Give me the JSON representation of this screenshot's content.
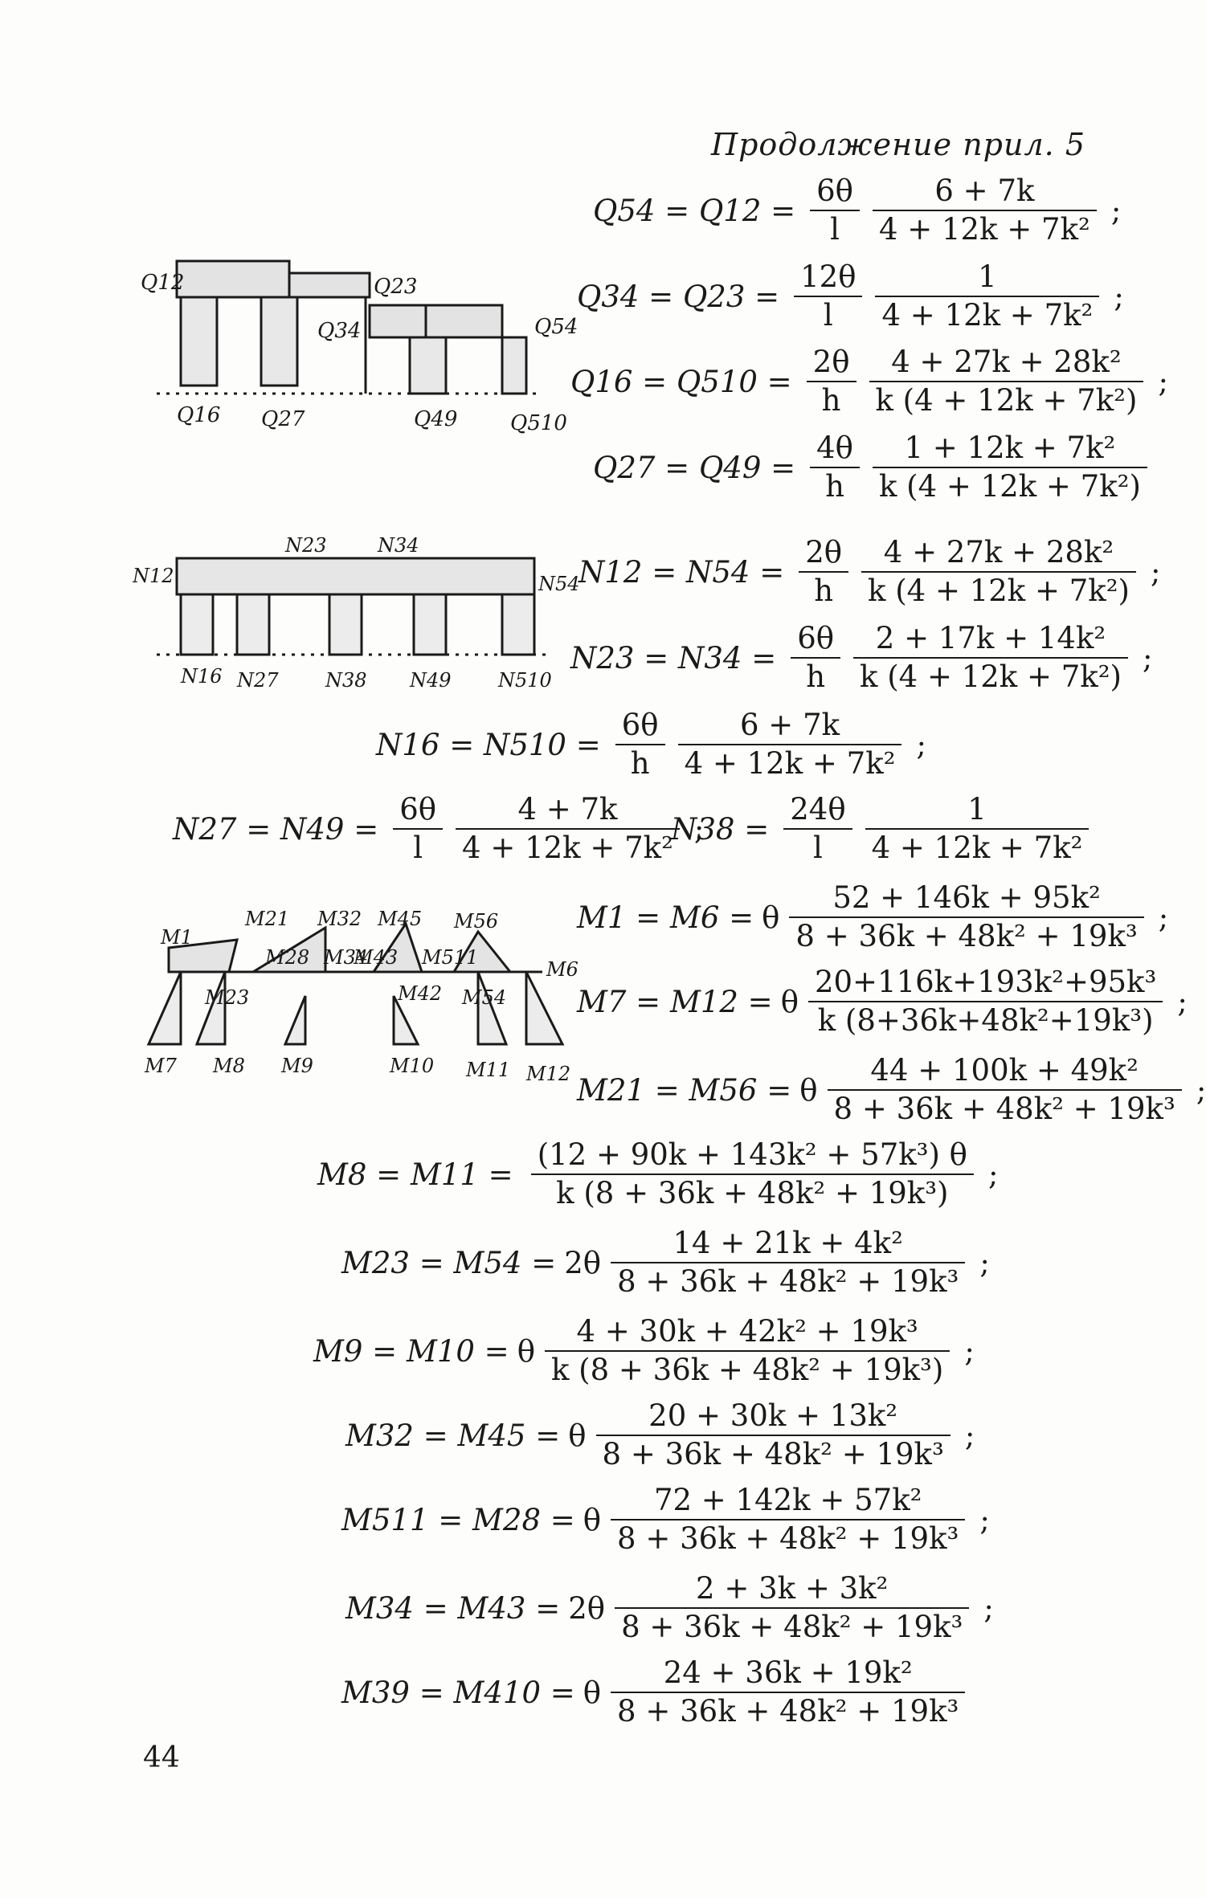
{
  "header": "Продолжение прил. 5",
  "page_number": "44",
  "diagram_q": {
    "labels": [
      "Q12",
      "Q23",
      "Q34",
      "Q54",
      "Q16",
      "Q27",
      "Q49",
      "Q510"
    ]
  },
  "diagram_n": {
    "labels": [
      "N23",
      "N34",
      "N12",
      "N54",
      "N16",
      "N27",
      "N38",
      "N49",
      "N510"
    ]
  },
  "diagram_m": {
    "labels": [
      "M1",
      "M21",
      "M32",
      "M45",
      "M56",
      "M6",
      "M28",
      "M34",
      "M43",
      "M511",
      "M23",
      "M42",
      "M54",
      "M7",
      "M8",
      "M9",
      "M10",
      "M11",
      "M12"
    ]
  },
  "equations": {
    "q54": {
      "lhs": "Q54 = Q12 =",
      "c_num": "6θ",
      "c_den": "l",
      "num": "6 + 7k",
      "den": "4 + 12k + 7k²",
      "end": ";"
    },
    "q34": {
      "lhs": "Q34 = Q23 =",
      "c_num": "12θ",
      "c_den": "l",
      "num": "1",
      "den": "4 + 12k + 7k²",
      "end": ";"
    },
    "q16": {
      "lhs": "Q16 = Q510 =",
      "c_num": "2θ",
      "c_den": "h",
      "num": "4 + 27k + 28k²",
      "den": "k (4 + 12k + 7k²)",
      "end": ";"
    },
    "q27": {
      "lhs": "Q27 = Q49 =",
      "c_num": "4θ",
      "c_den": "h",
      "num": "1 + 12k + 7k²",
      "den": "k (4 + 12k + 7k²)",
      "end": ""
    },
    "n12": {
      "lhs": "N12 = N54 =",
      "c_num": "2θ",
      "c_den": "h",
      "num": "4 + 27k + 28k²",
      "den": "k (4 + 12k + 7k²)",
      "end": ";"
    },
    "n23": {
      "lhs": "N23 = N34 =",
      "c_num": "6θ",
      "c_den": "h",
      "num": "2 + 17k + 14k²",
      "den": "k (4 + 12k + 7k²)",
      "end": ";"
    },
    "n16": {
      "lhs": "N16 = N510 =",
      "c_num": "6θ",
      "c_den": "h",
      "num": "6 + 7k",
      "den": "4 + 12k + 7k²",
      "end": ";"
    },
    "n27": {
      "lhs": "N27 = N49 =",
      "c_num": "6θ",
      "c_den": "l",
      "num": "4 + 7k",
      "den": "4 + 12k + 7k²",
      "end": ";"
    },
    "n38": {
      "lhs": "N38 =",
      "c_num": "24θ",
      "c_den": "l",
      "num": "1",
      "den": "4 + 12k + 7k²",
      "end": ""
    },
    "m1": {
      "lhs": "M1 = M6 =",
      "coef": "θ",
      "num": "52 + 146k + 95k²",
      "den": "8 + 36k + 48k² + 19k³",
      "end": ";"
    },
    "m7": {
      "lhs": "M7 = M12 =",
      "coef": "θ",
      "num": "20+116k+193k²+95k³",
      "den": "k (8+36k+48k²+19k³)",
      "end": ";"
    },
    "m21": {
      "lhs": "M21 = M56 =",
      "coef": "θ",
      "num": "44 + 100k + 49k²",
      "den": "8 + 36k + 48k² + 19k³",
      "end": ";"
    },
    "m8": {
      "lhs": "M8 = M11 =",
      "coef": "",
      "num": "(12 + 90k + 143k² + 57k³) θ",
      "den": "k (8 + 36k + 48k² + 19k³)",
      "end": ";"
    },
    "m23": {
      "lhs": "M23 = M54 =",
      "coef": "2θ",
      "num": "14 + 21k + 4k²",
      "den": "8 + 36k + 48k² + 19k³",
      "end": ";"
    },
    "m9": {
      "lhs": "M9 = M10 =",
      "coef": "θ",
      "num": "4 + 30k + 42k² + 19k³",
      "den": "k (8 + 36k + 48k² + 19k³)",
      "end": ";"
    },
    "m32": {
      "lhs": "M32 = M45 =",
      "coef": "θ",
      "num": "20 + 30k + 13k²",
      "den": "8 + 36k + 48k² + 19k³",
      "end": ";"
    },
    "m511": {
      "lhs": "M511 = M28 =",
      "coef": "θ",
      "num": "72 + 142k + 57k²",
      "den": "8 + 36k + 48k² + 19k³",
      "end": ";"
    },
    "m34": {
      "lhs": "M34 = M43 =",
      "coef": "2θ",
      "num": "2 + 3k + 3k²",
      "den": "8 + 36k + 48k² + 19k³",
      "end": ";"
    },
    "m39": {
      "lhs": "M39 = M410 =",
      "coef": "θ",
      "num": "24 + 36k + 19k²",
      "den": "8 + 36k + 48k² + 19k³",
      "end": ""
    }
  }
}
